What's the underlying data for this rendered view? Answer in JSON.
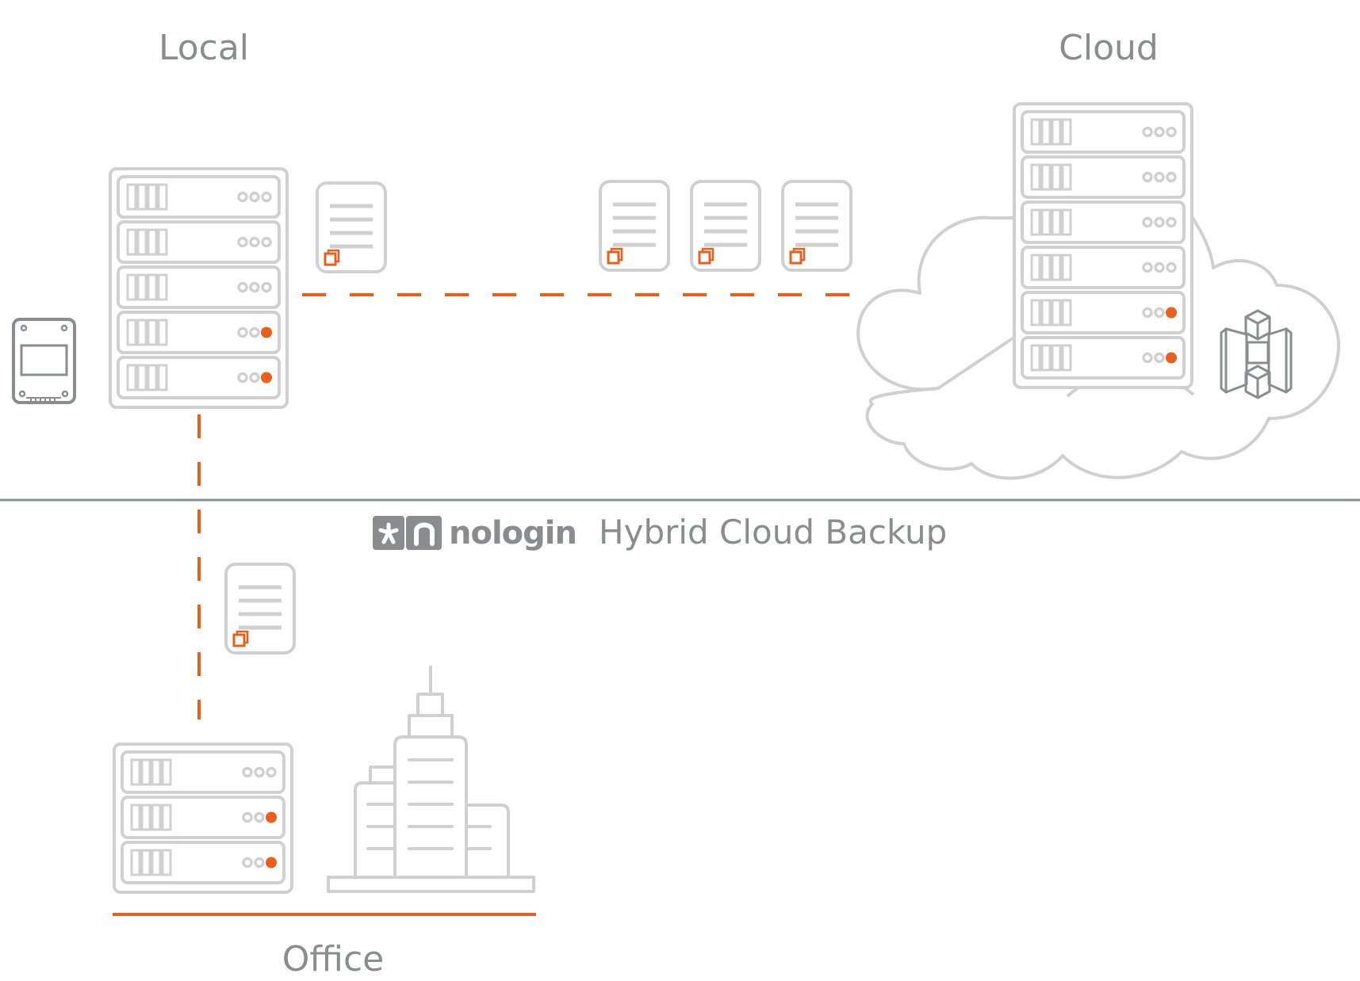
{
  "title": "NoLogin Hybrid Cloud Backup",
  "colors": {
    "accent": "#e8601c",
    "light_gray": "#d0d0d0",
    "dark_gray": "#8a8d8d",
    "background": "#ffffff"
  },
  "sections": {
    "local": "Local",
    "cloud": "Cloud",
    "office": "Office"
  },
  "brand": {
    "logo_icon_left": "asterisk",
    "logo_icon_right": "n",
    "logo_wordmark": "nologin",
    "product_name": "Hybrid Cloud Backup"
  },
  "nodes": {
    "local_server": {
      "name": "Local server rack",
      "units": [
        {
          "active": false
        },
        {
          "active": false
        },
        {
          "active": false
        },
        {
          "active": true
        },
        {
          "active": true
        }
      ]
    },
    "cloud_server": {
      "name": "Cloud server rack",
      "units": [
        {
          "active": false
        },
        {
          "active": false
        },
        {
          "active": false
        },
        {
          "active": false
        },
        {
          "active": true
        },
        {
          "active": true
        }
      ]
    },
    "office_server": {
      "name": "Office server rack",
      "units": [
        {
          "active": false
        },
        {
          "active": true
        },
        {
          "active": true
        }
      ]
    },
    "ssd_drive": {
      "icon": "ssd-drive-icon"
    },
    "cloud_storage_service": {
      "icon": "aws-storage-icon"
    },
    "office_building": {
      "icon": "building-icon"
    }
  },
  "transfers": {
    "local_to_cloud": {
      "style": "dashed",
      "documents": 4
    },
    "office_to_local": {
      "style": "dashed",
      "documents": 1
    }
  }
}
